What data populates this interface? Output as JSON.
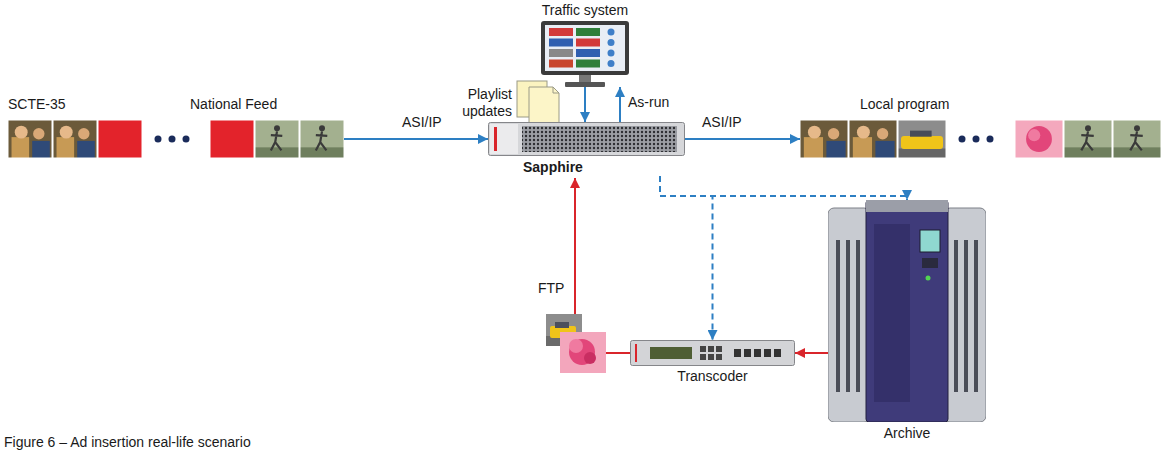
{
  "diagram": {
    "caption": "Figure 6 – Ad insertion real-life scenario",
    "nodes": [
      {
        "text": [
          "National Feed"
        ]
      },
      {
        "text": [
          "Traffic system"
        ]
      },
      {
        "text": [
          "Sapphire"
        ]
      },
      {
        "text": [
          "Local program"
        ]
      },
      {
        "text": [
          "Transcoder"
        ]
      },
      {
        "text": [
          "Archive"
        ]
      }
    ],
    "edges": [
      {
        "from": 0,
        "to": 2,
        "label": "ASI/IP",
        "arrow": "to"
      },
      {
        "from": 2,
        "to": 3,
        "label": "ASI/IP",
        "arrow": "to"
      },
      {
        "from": 2,
        "to": 1,
        "label": "As-run",
        "arrow": "to"
      },
      {
        "from": 1,
        "to": 2,
        "label": "Playlist updates",
        "arrow": "to"
      },
      {
        "from": 2,
        "to": 4,
        "arrow": "to"
      },
      {
        "from": 2,
        "to": 5,
        "arrow": "to"
      },
      {
        "from": 5,
        "to": 4,
        "arrow": "to"
      },
      {
        "from": 4,
        "to": 2,
        "label": "FTP",
        "arrow": "to"
      }
    ],
    "labels": [
      "SCTE-35"
    ]
  }
}
